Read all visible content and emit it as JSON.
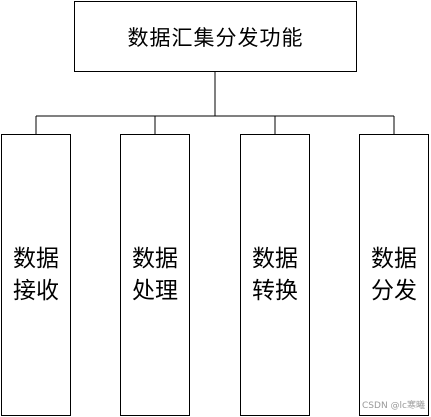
{
  "root": {
    "label": "数据汇集分发功能"
  },
  "children": [
    {
      "line1": "数据",
      "line2": "接收"
    },
    {
      "line1": "数据",
      "line2": "处理"
    },
    {
      "line1": "数据",
      "line2": "转换"
    },
    {
      "line1": "数据",
      "line2": "分发"
    }
  ],
  "watermark": "CSDN @lc寒曦",
  "colors": {
    "line": "#000000",
    "background": "#ffffff",
    "watermark": "#9a9a9a"
  }
}
